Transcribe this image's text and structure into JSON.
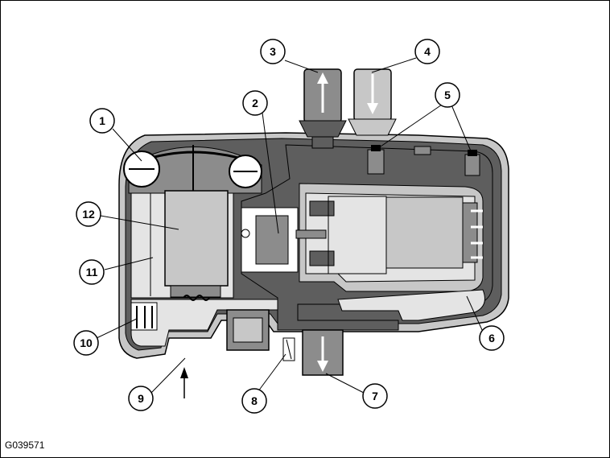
{
  "diagram": {
    "reference_code": "G039571",
    "callouts": [
      {
        "id": "1",
        "label": "1"
      },
      {
        "id": "2",
        "label": "2"
      },
      {
        "id": "3",
        "label": "3"
      },
      {
        "id": "4",
        "label": "4"
      },
      {
        "id": "5",
        "label": "5"
      },
      {
        "id": "6",
        "label": "6"
      },
      {
        "id": "7",
        "label": "7"
      },
      {
        "id": "8",
        "label": "8"
      },
      {
        "id": "9",
        "label": "9"
      },
      {
        "id": "10",
        "label": "10"
      },
      {
        "id": "11",
        "label": "11"
      },
      {
        "id": "12",
        "label": "12"
      }
    ],
    "colors": {
      "housing_dark": "#5e5e5e",
      "housing_mid": "#8c8c8c",
      "housing_light": "#c7c7c7",
      "chamber_light": "#e4e4e4",
      "white": "#ffffff",
      "outline": "#000000"
    }
  }
}
